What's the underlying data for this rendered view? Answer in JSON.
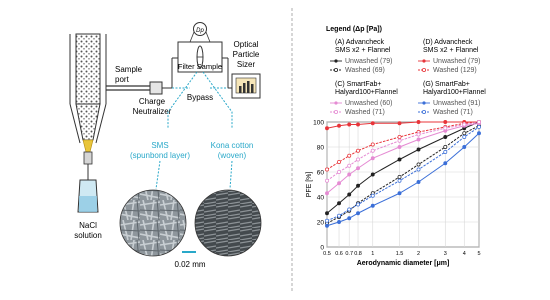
{
  "schematic": {
    "sample_port": [
      "Sample",
      "port"
    ],
    "charge_neutralizer": [
      "Charge",
      "Neutralizer"
    ],
    "filter_sample": "Filter Sample",
    "dp": "Dp",
    "ops": [
      "Optical",
      "Particle",
      "Sizer"
    ],
    "bypass": "Bypass",
    "nacl": [
      "NaCl",
      "solution"
    ],
    "sms": [
      "SMS",
      "(spunbond layer)"
    ],
    "kona": [
      "Kona cotton",
      "(woven)"
    ],
    "scale": "0.02 mm"
  },
  "colors": {
    "accent": "#29a8c9",
    "black": "#222222",
    "red": "#e8353a",
    "pink": "#e58bd3",
    "blue": "#3b6fd8"
  },
  "legend": {
    "title": "Legend (Δp [Pa])",
    "groups": [
      {
        "title": [
          "(A) Advancheck",
          "SMS  x2 + Flannel"
        ],
        "entries": [
          "Unwashed (79)",
          "Washed (69)"
        ]
      },
      {
        "title": [
          "(D) Advancheck",
          "SMS  x2 + Flannel"
        ],
        "entries": [
          "Unwashed (79)",
          "Washed (129)"
        ]
      },
      {
        "title": [
          "(C) SmartFab+",
          "Halyard100+Flannel"
        ],
        "entries": [
          "Unwashed (60)",
          "Washed (71)"
        ]
      },
      {
        "title": [
          "(G) SmartFab+",
          "Halyard100+Flannel"
        ],
        "entries": [
          "Unwashed (91)",
          "Washed (71)"
        ]
      }
    ]
  },
  "chart_data": {
    "type": "line",
    "xlabel": "Aerodynamic diameter [μm]",
    "ylabel": "PFE [%]",
    "xscale": "log",
    "xlim": [
      0.5,
      5
    ],
    "ylim": [
      0,
      100
    ],
    "xticks": [
      0.5,
      0.6,
      0.7,
      0.8,
      1,
      1.5,
      2,
      3,
      4,
      5
    ],
    "yticks": [
      0,
      20,
      40,
      60,
      80,
      100
    ],
    "grid": true,
    "x": [
      0.5,
      0.6,
      0.7,
      0.8,
      1,
      1.5,
      2,
      3,
      4,
      5
    ],
    "series": [
      {
        "name": "(A) Unwashed (79)",
        "color": "#222222",
        "marker": "filled",
        "values": [
          27,
          35,
          42,
          49,
          58,
          70,
          78,
          88,
          95,
          100
        ]
      },
      {
        "name": "(A) Washed (69)",
        "color": "#222222",
        "marker": "open",
        "values": [
          19,
          24,
          29,
          35,
          43,
          56,
          66,
          80,
          91,
          97
        ]
      },
      {
        "name": "(D) Unwashed (79)",
        "color": "#e8353a",
        "marker": "filled",
        "values": [
          95,
          97,
          98,
          98,
          99,
          99,
          100,
          100,
          100,
          100
        ]
      },
      {
        "name": "(D) Washed (129)",
        "color": "#e8353a",
        "marker": "open",
        "values": [
          62,
          68,
          73,
          77,
          82,
          88,
          92,
          96,
          99,
          100
        ]
      },
      {
        "name": "(C) Unwashed (60)",
        "color": "#e58bd3",
        "marker": "filled",
        "values": [
          43,
          51,
          58,
          63,
          71,
          80,
          86,
          93,
          97,
          99
        ]
      },
      {
        "name": "(C) Washed (71)",
        "color": "#e58bd3",
        "marker": "open",
        "values": [
          53,
          60,
          65,
          70,
          77,
          85,
          90,
          95,
          98,
          100
        ]
      },
      {
        "name": "(G) Unwashed (91)",
        "color": "#3b6fd8",
        "marker": "filled",
        "values": [
          17,
          20,
          23,
          27,
          33,
          43,
          52,
          67,
          80,
          91
        ]
      },
      {
        "name": "(G) Washed (71)",
        "color": "#3b6fd8",
        "marker": "open",
        "values": [
          21,
          25,
          30,
          34,
          41,
          53,
          62,
          76,
          88,
          96
        ]
      }
    ]
  }
}
